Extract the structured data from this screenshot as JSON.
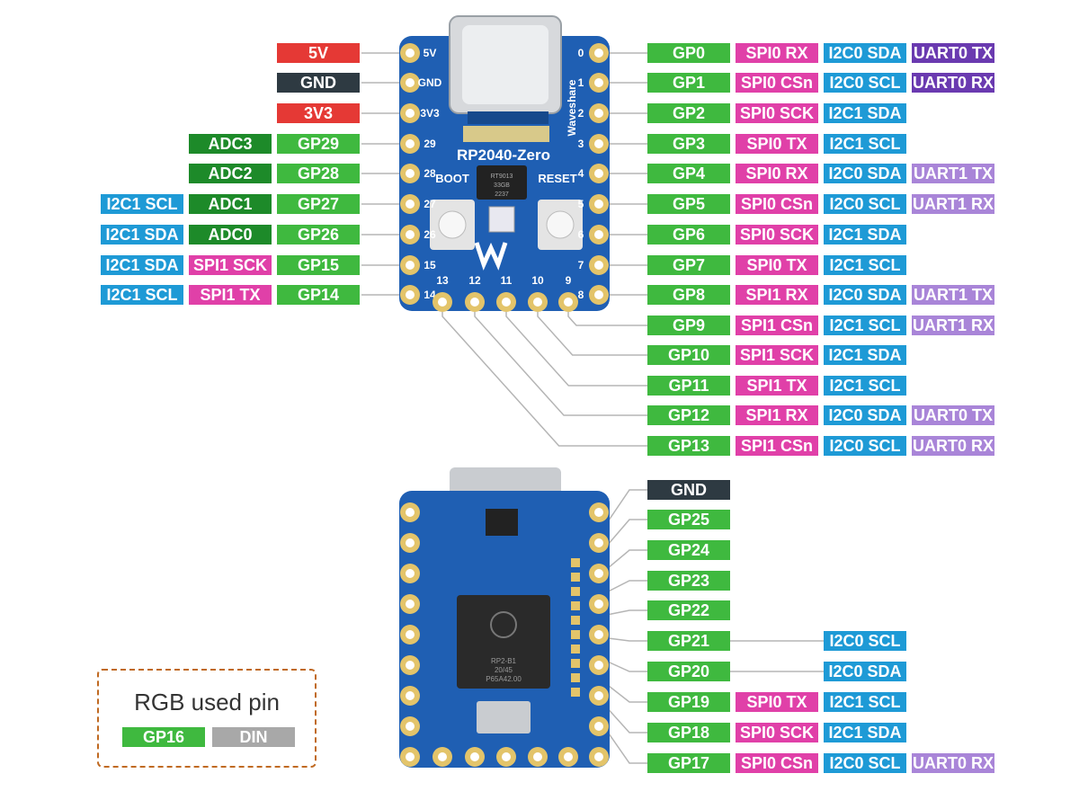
{
  "top_board": {
    "name": "RP2040-Zero",
    "brand": "Waveshare",
    "buttons": [
      "BOOT",
      "RESET"
    ],
    "chip_text": [
      "RT9013",
      "33GB",
      "2237"
    ],
    "pin_marks": {
      "left": [
        "5V",
        "GND",
        "3V3",
        "29",
        "28",
        "27",
        "26",
        "15",
        "14"
      ],
      "right": [
        "0",
        "1",
        "2",
        "3",
        "4",
        "5",
        "6",
        "7",
        "8"
      ],
      "bottom": [
        "13",
        "12",
        "11",
        "10",
        "9"
      ]
    }
  },
  "bottom_board": {
    "chip_text": [
      "RP2-B1",
      "20/45",
      "P65A42.00"
    ]
  },
  "left_pins": [
    {
      "labels": [
        {
          "text": "5V",
          "color": "red"
        }
      ]
    },
    {
      "labels": [
        {
          "text": "GND",
          "color": "dark"
        }
      ]
    },
    {
      "labels": [
        {
          "text": "3V3",
          "color": "red"
        }
      ]
    },
    {
      "labels": [
        {
          "text": "ADC3",
          "color": "dkgreen"
        },
        {
          "text": "GP29",
          "color": "green"
        }
      ]
    },
    {
      "labels": [
        {
          "text": "ADC2",
          "color": "dkgreen"
        },
        {
          "text": "GP28",
          "color": "green"
        }
      ]
    },
    {
      "labels": [
        {
          "text": "I2C1 SCL",
          "color": "blue"
        },
        {
          "text": "ADC1",
          "color": "dkgreen"
        },
        {
          "text": "GP27",
          "color": "green"
        }
      ]
    },
    {
      "labels": [
        {
          "text": "I2C1 SDA",
          "color": "blue"
        },
        {
          "text": "ADC0",
          "color": "dkgreen"
        },
        {
          "text": "GP26",
          "color": "green"
        }
      ]
    },
    {
      "labels": [
        {
          "text": "I2C1 SDA",
          "color": "blue"
        },
        {
          "text": "SPI1 SCK",
          "color": "pink"
        },
        {
          "text": "GP15",
          "color": "green"
        }
      ]
    },
    {
      "labels": [
        {
          "text": "I2C1 SCL",
          "color": "blue"
        },
        {
          "text": "SPI1 TX",
          "color": "pink"
        },
        {
          "text": "GP14",
          "color": "green"
        }
      ]
    }
  ],
  "right_pins": [
    {
      "labels": [
        {
          "text": "GP0",
          "color": "green"
        },
        {
          "text": "SPI0 RX",
          "color": "pink"
        },
        {
          "text": "I2C0 SDA",
          "color": "blue"
        },
        {
          "text": "UART0 TX",
          "color": "violet"
        }
      ]
    },
    {
      "labels": [
        {
          "text": "GP1",
          "color": "green"
        },
        {
          "text": "SPI0 CSn",
          "color": "pink"
        },
        {
          "text": "I2C0 SCL",
          "color": "blue"
        },
        {
          "text": "UART0 RX",
          "color": "violet"
        }
      ]
    },
    {
      "labels": [
        {
          "text": "GP2",
          "color": "green"
        },
        {
          "text": "SPI0 SCK",
          "color": "pink"
        },
        {
          "text": "I2C1 SDA",
          "color": "blue"
        }
      ]
    },
    {
      "labels": [
        {
          "text": "GP3",
          "color": "green"
        },
        {
          "text": "SPI0 TX",
          "color": "pink"
        },
        {
          "text": "I2C1 SCL",
          "color": "blue"
        }
      ]
    },
    {
      "labels": [
        {
          "text": "GP4",
          "color": "green"
        },
        {
          "text": "SPI0 RX",
          "color": "pink"
        },
        {
          "text": "I2C0 SDA",
          "color": "blue"
        },
        {
          "text": "UART1 TX",
          "color": "lav"
        }
      ]
    },
    {
      "labels": [
        {
          "text": "GP5",
          "color": "green"
        },
        {
          "text": "SPI0 CSn",
          "color": "pink"
        },
        {
          "text": "I2C0 SCL",
          "color": "blue"
        },
        {
          "text": "UART1 RX",
          "color": "lav"
        }
      ]
    },
    {
      "labels": [
        {
          "text": "GP6",
          "color": "green"
        },
        {
          "text": "SPI0 SCK",
          "color": "pink"
        },
        {
          "text": "I2C1 SDA",
          "color": "blue"
        }
      ]
    },
    {
      "labels": [
        {
          "text": "GP7",
          "color": "green"
        },
        {
          "text": "SPI0 TX",
          "color": "pink"
        },
        {
          "text": "I2C1 SCL",
          "color": "blue"
        }
      ]
    },
    {
      "labels": [
        {
          "text": "GP8",
          "color": "green"
        },
        {
          "text": "SPI1 RX",
          "color": "pink"
        },
        {
          "text": "I2C0 SDA",
          "color": "blue"
        },
        {
          "text": "UART1 TX",
          "color": "lav"
        }
      ]
    },
    {
      "labels": [
        {
          "text": "GP9",
          "color": "green"
        },
        {
          "text": "SPI1 CSn",
          "color": "pink"
        },
        {
          "text": "I2C1 SCL",
          "color": "blue"
        },
        {
          "text": "UART1 RX",
          "color": "lav"
        }
      ]
    },
    {
      "labels": [
        {
          "text": "GP10",
          "color": "green"
        },
        {
          "text": "SPI1 SCK",
          "color": "pink"
        },
        {
          "text": "I2C1 SDA",
          "color": "blue"
        }
      ]
    },
    {
      "labels": [
        {
          "text": "GP11",
          "color": "green"
        },
        {
          "text": "SPI1 TX",
          "color": "pink"
        },
        {
          "text": "I2C1 SCL",
          "color": "blue"
        }
      ]
    },
    {
      "labels": [
        {
          "text": "GP12",
          "color": "green"
        },
        {
          "text": "SPI1 RX",
          "color": "pink"
        },
        {
          "text": "I2C0 SDA",
          "color": "blue"
        },
        {
          "text": "UART0 TX",
          "color": "lav"
        }
      ]
    },
    {
      "labels": [
        {
          "text": "GP13",
          "color": "green"
        },
        {
          "text": "SPI1 CSn",
          "color": "pink"
        },
        {
          "text": "I2C0 SCL",
          "color": "blue"
        },
        {
          "text": "UART0 RX",
          "color": "lav"
        }
      ]
    }
  ],
  "bottom_pins": [
    {
      "labels": [
        {
          "text": "GND",
          "color": "dark"
        }
      ]
    },
    {
      "labels": [
        {
          "text": "GP25",
          "color": "green"
        }
      ]
    },
    {
      "labels": [
        {
          "text": "GP24",
          "color": "green"
        }
      ]
    },
    {
      "labels": [
        {
          "text": "GP23",
          "color": "green"
        }
      ]
    },
    {
      "labels": [
        {
          "text": "GP22",
          "color": "green"
        }
      ]
    },
    {
      "labels": [
        {
          "text": "GP21",
          "color": "green"
        },
        {
          "text": "I2C0 SCL",
          "color": "blue"
        }
      ]
    },
    {
      "labels": [
        {
          "text": "GP20",
          "color": "green"
        },
        {
          "text": "I2C0 SDA",
          "color": "blue"
        }
      ]
    },
    {
      "labels": [
        {
          "text": "GP19",
          "color": "green"
        },
        {
          "text": "SPI0 TX",
          "color": "pink"
        },
        {
          "text": "I2C1 SCL",
          "color": "blue"
        }
      ]
    },
    {
      "labels": [
        {
          "text": "GP18",
          "color": "green"
        },
        {
          "text": "SPI0 SCK",
          "color": "pink"
        },
        {
          "text": "I2C1 SDA",
          "color": "blue"
        }
      ]
    },
    {
      "labels": [
        {
          "text": "GP17",
          "color": "green"
        },
        {
          "text": "SPI0 CSn",
          "color": "pink"
        },
        {
          "text": "I2C0 SCL",
          "color": "blue"
        },
        {
          "text": "UART0 RX",
          "color": "lav"
        }
      ]
    }
  ],
  "legend": {
    "title": "RGB used pin",
    "labels": [
      {
        "text": "GP16",
        "color": "green"
      },
      {
        "text": "DIN",
        "color": "gray"
      }
    ]
  },
  "colors": {
    "board": "#1f5fb3",
    "pad": "#e3c46a",
    "line": "#b5b5b5"
  }
}
